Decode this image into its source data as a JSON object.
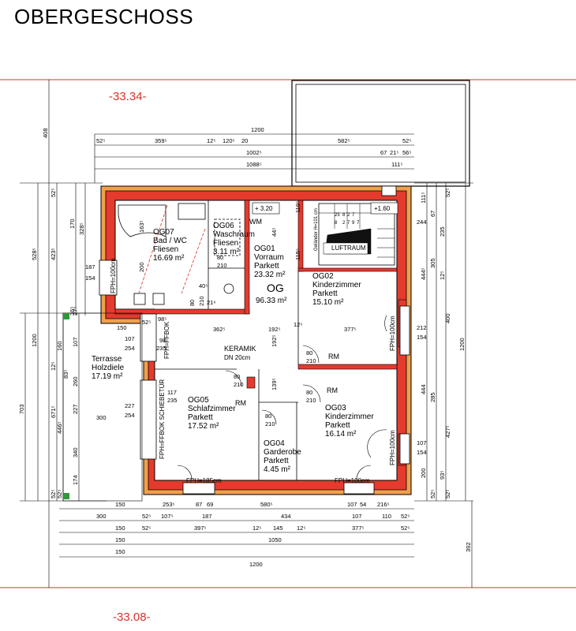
{
  "title": "OBERGESCHOSS",
  "levels": {
    "top": "-33.34-",
    "bottom": "-33.08-"
  },
  "rooms": [
    {
      "id": "OG07",
      "name": "Bad / WC",
      "floor": "Fliesen",
      "area": "16.69 m²"
    },
    {
      "id": "OG06",
      "name": "Waschraum",
      "floor": "Fliesen",
      "area": "3.11 m²"
    },
    {
      "id": "OG01",
      "name": "Vorraum",
      "floor": "Parkett",
      "area": "23.32 m²"
    },
    {
      "id": "OG02",
      "name": "Kinderzimmer",
      "floor": "Parkett",
      "area": "15.10 m²"
    },
    {
      "id": "OG03",
      "name": "Kinderzimmer",
      "floor": "Parkett",
      "area": "16.14 m²"
    },
    {
      "id": "OG04",
      "name": "Garderobe",
      "floor": "Parkett",
      "area": "4.45 m²"
    },
    {
      "id": "OG05",
      "name": "Schlafzimmer",
      "floor": "Parkett",
      "area": "17.52 m²"
    }
  ],
  "og_total": {
    "label": "OG",
    "area": "96.33 m²"
  },
  "terrace": {
    "name": "Terrasse",
    "floor": "Holzdiele",
    "area": "17.19 m²"
  },
  "labels": {
    "wm": "WM",
    "luftraum": "LUFTRAUM",
    "ceramic": "KERAMIK",
    "dn": "DN 20cm",
    "plus320": "+ 3.20",
    "plus160": "+1.60",
    "rm1": "RM",
    "rm2": "RM",
    "rm3": "RM",
    "ffbok1": "FPH=FFBOK",
    "ffbok2": "FPH=FFBOK SCHIEBETÜR",
    "fph_og07": "FPH=100cm",
    "fph_og02": "FPH=100cm",
    "fph_og03": "FPH=100cm",
    "fph_og05": "FPH=185cm",
    "fph_og03b": "FPH=100cm",
    "gelaender": "Geländer H=101 cm"
  },
  "top_dims": [
    "1200",
    "52⁵",
    "359⁵",
    "12⁵",
    "120⁵",
    "20",
    "582⁵",
    "52⁵",
    "1002⁵",
    "67",
    "21⁵",
    "56⁵",
    "1088⁵",
    "111⁵"
  ],
  "bottom_dims": [
    "150",
    "253⁵",
    "87",
    "69",
    "580⁵",
    "107",
    "54",
    "216⁵",
    "300",
    "52⁵",
    "107⁵",
    "187",
    "434",
    "107",
    "110",
    "52⁵",
    "150",
    "52⁵",
    "397⁵",
    "12⁵",
    "145",
    "12⁵",
    "377⁵",
    "52⁵",
    "150",
    "1050",
    "150",
    "1200"
  ],
  "left_dims": [
    "408",
    "52⁵",
    "170",
    "328⁵",
    "187",
    "154",
    "528⁵",
    "423⁵",
    "36⁵",
    "160",
    "107",
    "12⁵",
    "260",
    "1200",
    "703",
    "27⁵",
    "83⁵",
    "671⁵",
    "227",
    "446⁵",
    "340",
    "174",
    "52⁵",
    "52⁵"
  ],
  "right_dims": [
    "52⁵",
    "111⁵",
    "67",
    "235",
    "244",
    "444⁵",
    "305",
    "12⁵",
    "400",
    "212",
    "154",
    "444",
    "285",
    "107",
    "154",
    "427⁵",
    "200",
    "93⁵",
    "52⁵",
    "52⁵",
    "1200",
    "392"
  ],
  "inner_dims": [
    "163⁵",
    "200",
    "187",
    "154",
    "80",
    "210",
    "40⁵",
    "80",
    "210",
    "21⁶",
    "98⁵",
    "362⁵",
    "192⁵",
    "377⁵",
    "12⁵",
    "107",
    "254",
    "235",
    "150",
    "98",
    "52⁵",
    "80",
    "210",
    "80",
    "210",
    "192⁵",
    "139⁵",
    "80",
    "210",
    "80",
    "210",
    "117",
    "235",
    "227",
    "254",
    "300",
    "80",
    "210",
    "119⁵",
    "115⁵",
    "44⁵",
    "25",
    "8",
    "2",
    "7",
    "8",
    "2",
    "7",
    "9",
    "7"
  ]
}
